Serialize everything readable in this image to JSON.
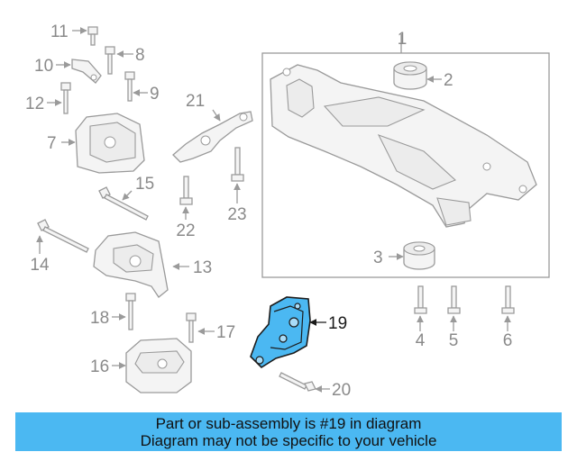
{
  "labels": {
    "p1": "1",
    "p2": "2",
    "p3": "3",
    "p4": "4",
    "p5": "5",
    "p6": "6",
    "p7": "7",
    "p8": "8",
    "p9": "9",
    "p10": "10",
    "p11": "11",
    "p12": "12",
    "p13": "13",
    "p14": "14",
    "p15": "15",
    "p16": "16",
    "p17": "17",
    "p18": "18",
    "p19": "19",
    "p20": "20",
    "p21": "21",
    "p22": "22",
    "p23": "23"
  },
  "highlight_color": "#4bb8f2",
  "caption": {
    "line1": "Part or sub-assembly is #19 in diagram",
    "line2": "Diagram may not be specific to your vehicle"
  }
}
